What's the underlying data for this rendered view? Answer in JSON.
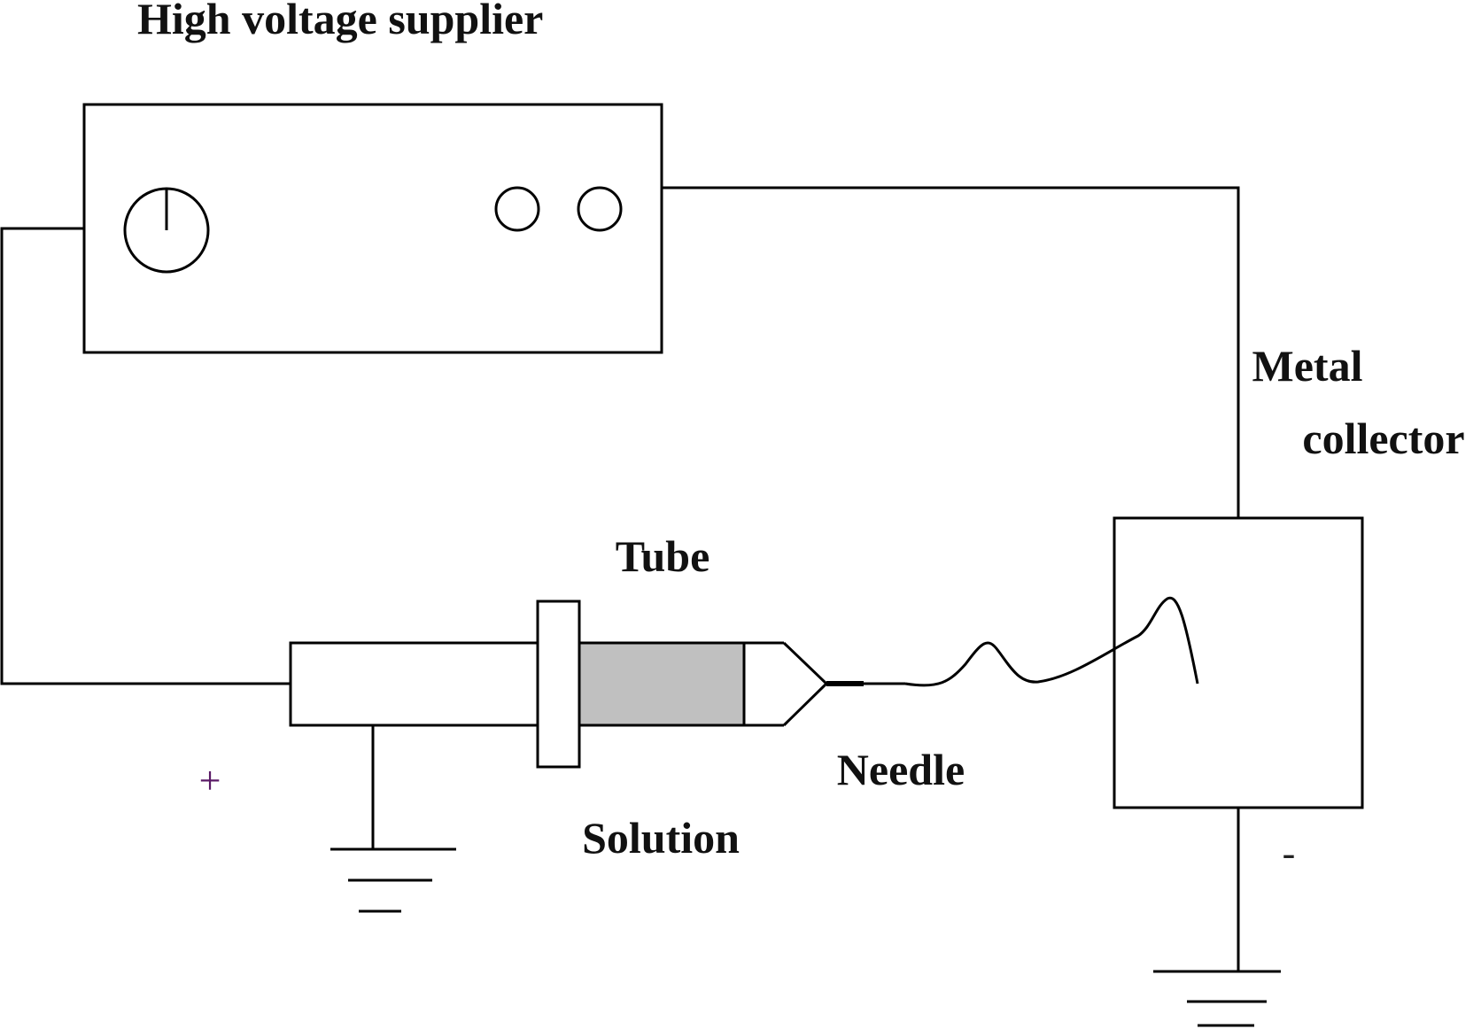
{
  "labels": {
    "supplier": "High voltage supplier",
    "metal_line1": "Metal",
    "metal_line2": "collector",
    "tube": "Tube",
    "needle": "Needle",
    "solution": "Solution",
    "positive": "+",
    "negative": "-"
  },
  "colors": {
    "line": "#000000",
    "solution_fill": "#c0c0c0",
    "positive_sign": "#5a1a66",
    "negative_sign": "#222222"
  }
}
